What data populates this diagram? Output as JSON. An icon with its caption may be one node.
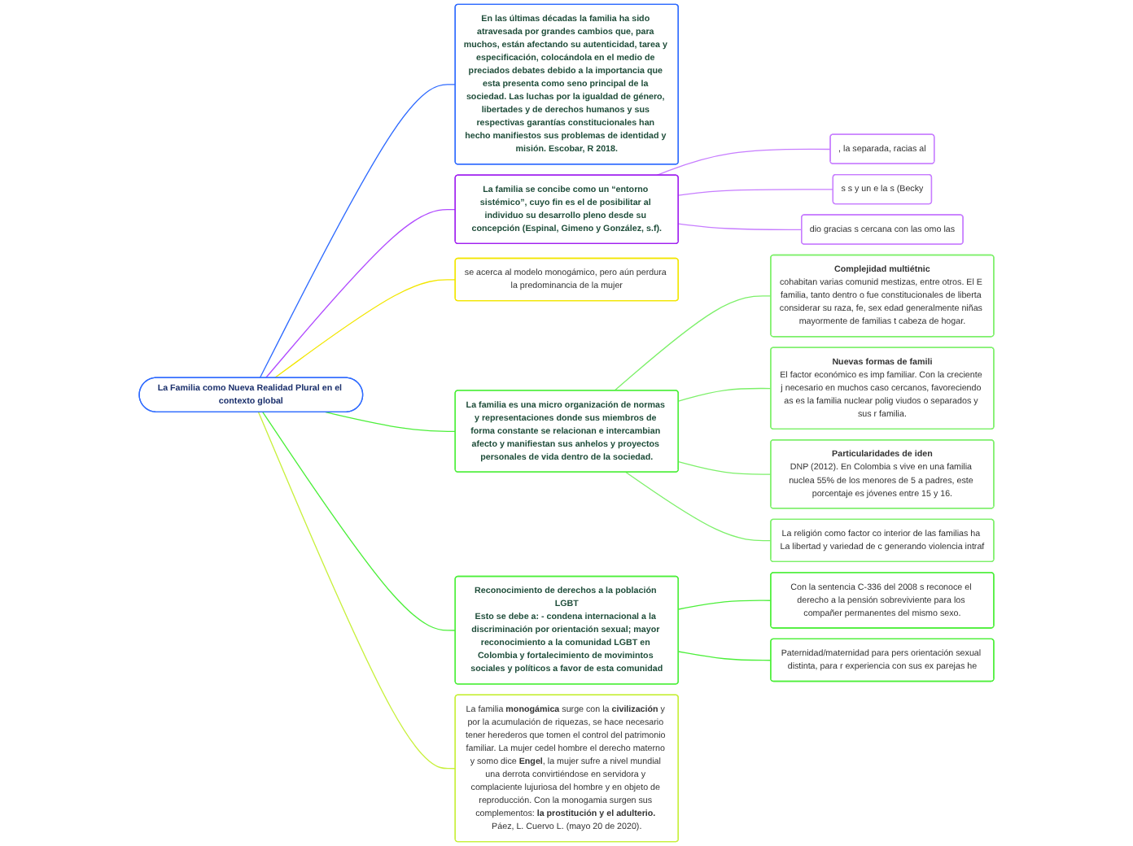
{
  "diagram": {
    "nodes": [
      {
        "text": [
          "La Familia como Nueva Realidad Plural en el contexto global"
        ]
      },
      {
        "text": [
          "En las últimas décadas la familia ha sido atravesada por grandes cambios que, para muchos, están afectando su autenticidad, tarea y especificación, colocándola en el medio de preciados debates debido a la importancia que esta presenta como seno principal de la sociedad. Las luchas por la igualdad de género, libertades y de derechos humanos y sus respectivas garantías constitucionales han hecho manifiestos sus problemas de identidad y misión. Escobar, R 2018."
        ]
      },
      {
        "text": [
          "La familia se concibe como un “entorno sistémico”, cuyo fin es el de posibilitar al individuo su desarrollo pleno desde su concepción (Espinal, Gimeno y González, s.f)."
        ]
      },
      {
        "text": [
          ", la separada, racias al"
        ]
      },
      {
        "text": [
          "s s y un e la s (Becky"
        ]
      },
      {
        "text": [
          "dio gracias s cercana con las omo las"
        ]
      },
      {
        "text": [
          "se acerca al modelo monogámico, pero aún perdura la predominancia de la mujer"
        ]
      },
      {
        "text": [
          "La familia **monogámica** surge con la **civilización** y por la acumulación de riquezas, se hace necesario tener herederos que tomen el control del patrimonio familiar. La mujer cedel hombre el derecho materno y somo dice **Engel**, la mujer sufre a nivel mundial una derrota convirtiéndose en servidora y complaciente lujuriosa del hombre y en objeto de reproducción. Con la monogamia surgen sus complementos: **la prostitución y el adulterio.** Páez, L. Cuervo L. (mayo 20 de 2020)."
        ]
      },
      {
        "text": [
          "La familia es una micro organización de normas y representaciones donde sus miembros de forma constante se relacionan e intercambian afecto y manifiestan sus anhelos y proyectos personales de vida dentro de la sociedad."
        ]
      },
      {
        "text": [
          "Complejidad multiétnic",
          "cohabitan varias comunid mestizas, entre otros. El E familia, tanto dentro o fue constitucionales de liberta considerar su raza, fe, sex edad generalmente niñas mayormente de familias t cabeza de hogar."
        ]
      },
      {
        "text": [
          "Nuevas formas de famili",
          "El factor económico es imp familiar. Con la creciente j necesario en muchos caso cercanos, favoreciendo as es la familia nuclear polig viudos o separados y sus r familia."
        ]
      },
      {
        "text": [
          "Particularidades de iden",
          "DNP (2012). En Colombia s vive en una familia nuclea 55% de los menores de 5 a padres, este porcentaje es jóvenes entre 15 y 16."
        ]
      },
      {
        "text": [
          "La religión como factor co interior de las familias ha La libertad y variedad de c generando violencia intraf"
        ]
      },
      {
        "text": [
          "Reconocimiento de derechos a la población LGBT",
          "Esto se debe a: - condena internacional a la discriminación por orientación sexual; mayor reconocimiento a la comunidad LGBT en Colombia y fortalecimiento de movimintos sociales y políticos a favor de esta comunidad"
        ]
      },
      {
        "text": [
          "Con la sentencia C-336 del 2008 s reconoce el derecho a la pensión sobreviviente para los compañer permanentes del mismo sexo."
        ]
      },
      {
        "text": [
          "Paternidad/maternidad para pers orientación sexual distinta, para r experiencia con sus ex parejas he"
        ]
      }
    ],
    "edges": [
      {
        "from": 0,
        "to": 1,
        "arrow": "none",
        "color": "#2f6bff"
      },
      {
        "from": 0,
        "to": 2,
        "arrow": "none",
        "color": "#b14cff"
      },
      {
        "from": 2,
        "to": 3,
        "arrow": "none",
        "color": "#c77dff"
      },
      {
        "from": 2,
        "to": 4,
        "arrow": "none",
        "color": "#c77dff"
      },
      {
        "from": 2,
        "to": 5,
        "arrow": "none",
        "color": "#c77dff"
      },
      {
        "from": 0,
        "to": 6,
        "arrow": "none",
        "color": "#f2e600"
      },
      {
        "from": 0,
        "to": 7,
        "arrow": "none",
        "color": "#c8f03c"
      },
      {
        "from": 0,
        "to": 8,
        "arrow": "none",
        "color": "#4cef3a"
      },
      {
        "from": 8,
        "to": 9,
        "arrow": "none",
        "color": "#7df06a"
      },
      {
        "from": 8,
        "to": 10,
        "arrow": "none",
        "color": "#7df06a"
      },
      {
        "from": 8,
        "to": 11,
        "arrow": "none",
        "color": "#7df06a"
      },
      {
        "from": 8,
        "to": 12,
        "arrow": "none",
        "color": "#7df06a"
      },
      {
        "from": 0,
        "to": 13,
        "arrow": "none",
        "color": "#4cef3a"
      },
      {
        "from": 13,
        "to": 14,
        "arrow": "none",
        "color": "#4cef3a"
      },
      {
        "from": 13,
        "to": 15,
        "arrow": "none",
        "color": "#4cef3a"
      }
    ]
  }
}
